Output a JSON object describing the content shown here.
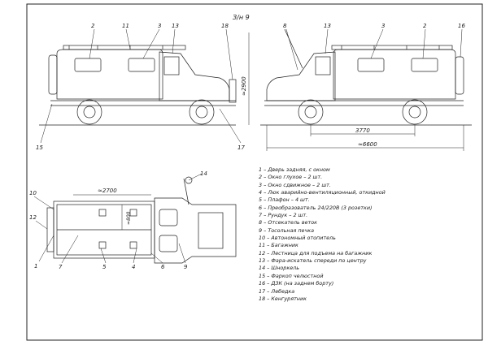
{
  "sheet_id": "З/н 9",
  "callouts": {
    "c1": "1",
    "c2": "2",
    "c3": "3",
    "c4": "4",
    "c5": "5",
    "c6": "6",
    "c7": "7",
    "c8": "8",
    "c9": "9",
    "c10": "10",
    "c11": "11",
    "c12": "12",
    "c13": "13",
    "c14": "14",
    "c15": "15",
    "c16": "16",
    "c17": "17",
    "c18": "18"
  },
  "dimensions": {
    "height": "≈2900",
    "wheelbase": "3770",
    "length": "≈6600",
    "width_body": "≈2700",
    "inner": "≈800"
  },
  "legend": [
    "1 – Дверь задняя, с окном",
    "2 – Окно глухое – 2 шт.",
    "3 – Окно сдвижное – 2 шт.",
    "4 – Люк аварийно-вентиляционный, откидной",
    "5 – Плафон – 4 шт.",
    "6 – Преобразователь 24/220В (3 розетки)",
    "7 – Рундук – 2 шт.",
    "8 – Отсекатель веток",
    "9 – Тосольная печка",
    "10 – Автономный отопитель",
    "11 – Багажник",
    "12 – Лестница для подъема на багажник",
    "13 – Фара-искатель спереди по центру",
    "14 – Шноркель",
    "15 – Фаркоп челюстной",
    "16 – ДЗК (на заднем борту)",
    "17 – Лебедка",
    "18 – Кенгурятник"
  ]
}
